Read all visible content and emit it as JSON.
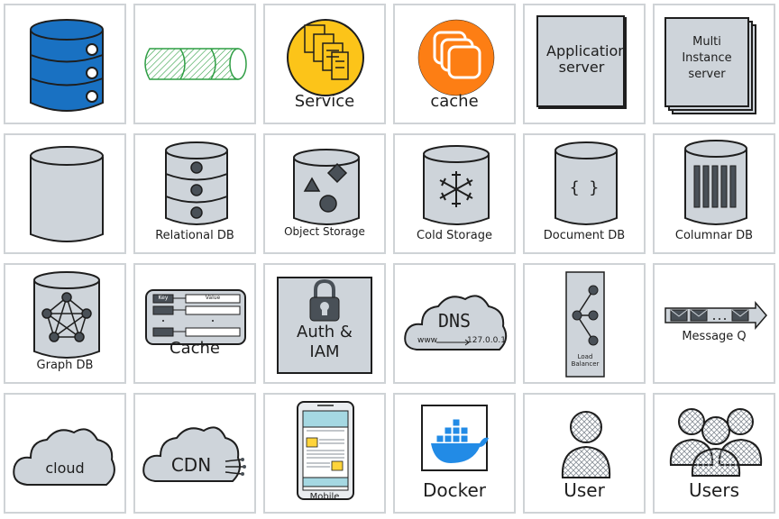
{
  "colors": {
    "tile_border": "#cfd3d6",
    "shape_gray": "#ced4da",
    "stroke": "#1e1e1e",
    "database_blue": "#1971c2",
    "queue_green": "#2f9e44",
    "service_yellow": "#fcc419",
    "cache_orange": "#fd7e14",
    "docker_blue": "#228be6",
    "mobile_teal": "#a5d8e2",
    "mobile_note": "#ffd43b"
  },
  "tiles": {
    "database": {
      "label": "",
      "icon": "database-cylinder-icon"
    },
    "queue": {
      "label": "",
      "icon": "queue-pipe-icon"
    },
    "service": {
      "label": "Service",
      "icon": "service-documents-icon"
    },
    "cache": {
      "label": "cache",
      "icon": "cache-stack-icon"
    },
    "application_server": {
      "label": "Application server",
      "icon": "server-box-icon"
    },
    "multi_instance_server": {
      "label": "Multi Instance server",
      "icon": "stacked-server-icon"
    },
    "storage": {
      "label": "",
      "icon": "storage-cylinder-icon"
    },
    "relational_db": {
      "label": "Relational DB",
      "icon": "relational-db-icon"
    },
    "object_storage": {
      "label": "Object Storage",
      "icon": "object-shapes-icon"
    },
    "cold_storage": {
      "label": "Cold Storage",
      "icon": "snowflake-icon"
    },
    "document_db": {
      "label": "Document DB",
      "braces": "{ }",
      "icon": "braces-icon"
    },
    "columnar_db": {
      "label": "Columnar DB",
      "icon": "columns-icon"
    },
    "graph_db": {
      "label": "Graph DB",
      "icon": "graph-network-icon"
    },
    "cache_kv": {
      "label": "Cache",
      "key_label": "Key",
      "value_label": "Value",
      "icon": "key-value-icon"
    },
    "auth": {
      "label": "Auth & IAM",
      "icon": "padlock-icon"
    },
    "dns": {
      "label": "DNS",
      "www": "www",
      "ip": "127.0.0.1",
      "icon": "dns-cloud-icon"
    },
    "load_balancer": {
      "label": "Load Balancer",
      "icon": "load-balancer-icon"
    },
    "message_queue": {
      "label": "Message Q",
      "icon": "message-envelopes-icon"
    },
    "cloud": {
      "label": "cloud",
      "icon": "cloud-icon"
    },
    "cdn": {
      "label": "CDN",
      "icon": "cdn-cloud-icon"
    },
    "mobile": {
      "label": "Mobile",
      "icon": "mobile-phone-icon"
    },
    "docker": {
      "label": "Docker",
      "icon": "docker-whale-icon"
    },
    "user": {
      "label": "User",
      "icon": "user-icon"
    },
    "users": {
      "label": "Users",
      "icon": "users-group-icon"
    }
  }
}
